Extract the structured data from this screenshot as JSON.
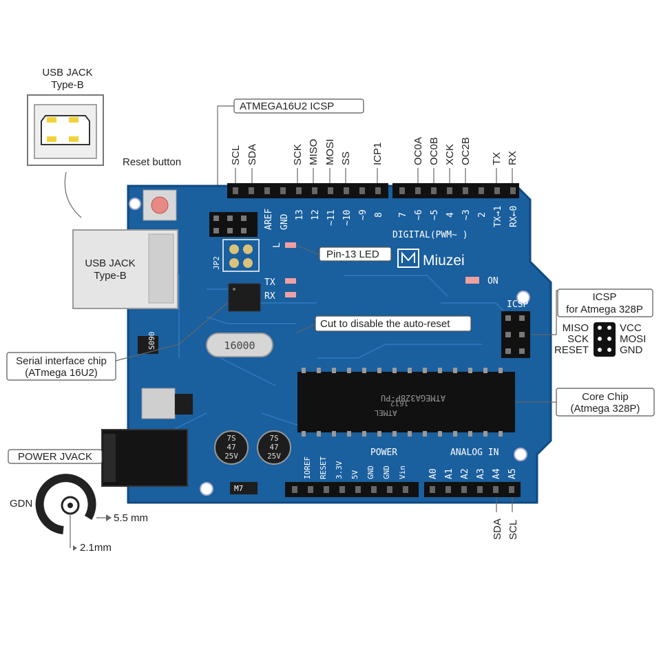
{
  "labels": {
    "usb_jack_top_line1": "USB JACK",
    "usb_jack_top_line2": "Type-B",
    "reset_button": "Reset button",
    "atmega16u2_icsp": "ATMEGA16U2 ICSP",
    "usb_jack_board_line1": "USB JACK",
    "usb_jack_board_line2": "Type-B",
    "pin13_led": "Pin-13 LED",
    "brand": "Miuzei",
    "cut_autoreset": "Cut to disable the auto-reset",
    "icsp_line1": "ICSP",
    "icsp_line2": "for Atmega 328P",
    "serial_line1": "Serial interface chip",
    "serial_line2": "(ATmega 16U2)",
    "core_line1": "Core Chip",
    "core_line2": "(Atmega 328P)",
    "power_jack": "POWER JVACK",
    "gdn": "GDN",
    "dim_outer": "5.5 mm",
    "dim_inner": "2.1mm"
  },
  "top_pin_labels": {
    "scl": "SCL",
    "sda": "SDA",
    "sck": "SCK",
    "miso": "MISO",
    "mosi": "MOSI",
    "ss": "SS",
    "icp1": "ICP1",
    "oc0a": "OC0A",
    "oc0b": "OC0B",
    "xck": "XCK",
    "oc2b": "OC2B",
    "tx": "TX",
    "rx": "RX"
  },
  "bottom_pin_labels": {
    "sda": "SDA",
    "scl": "SCL"
  },
  "icsp_pins": {
    "miso": "MISO",
    "vcc": "VCC",
    "sck": "SCK",
    "mosi": "MOSI",
    "reset": "RESET",
    "gnd": "GND"
  },
  "silkscreen": {
    "aref": "AREF",
    "gnd": "GND",
    "d13": "13",
    "d12": "12",
    "d11": "~11",
    "d10": "~10",
    "d9": "~9",
    "d8": "8",
    "d7": "7",
    "d6": "~6",
    "d5": "~5",
    "d4": "4",
    "d3": "~3",
    "d2": "2",
    "d1": "TX→1",
    "d0": "RX←0",
    "digital": "DIGITAL(PWM~ )",
    "l": "L",
    "tx": "TX",
    "rx": "RX",
    "on": "ON",
    "icsp": "ICSP",
    "ioref": "IOREF",
    "reset": "RESET",
    "v33": "3.3V",
    "v5": "5V",
    "gnd1": "GND",
    "gnd2": "GND",
    "vin": "Vin",
    "power": "POWER",
    "analog_in": "ANALOG IN",
    "a0": "A0",
    "a1": "A1",
    "a2": "A2",
    "a3": "A3",
    "a4": "A4",
    "a5": "A5",
    "crystal": "16000",
    "chip_text": "ATMEGA328P-PU",
    "chip_sub": "1612",
    "chip_brand": "ATMEL",
    "cap_line1": "7S",
    "cap_line2": "47",
    "cap_line3": "25V",
    "jp2": "JP2",
    "m7": "M7",
    "s090": "S090"
  },
  "colors": {
    "pcb": "#1a5f9e",
    "pcb_edge": "#0f4a80",
    "header": "#111111",
    "annotation_line": "#666666",
    "trace": "#2a74b8"
  }
}
